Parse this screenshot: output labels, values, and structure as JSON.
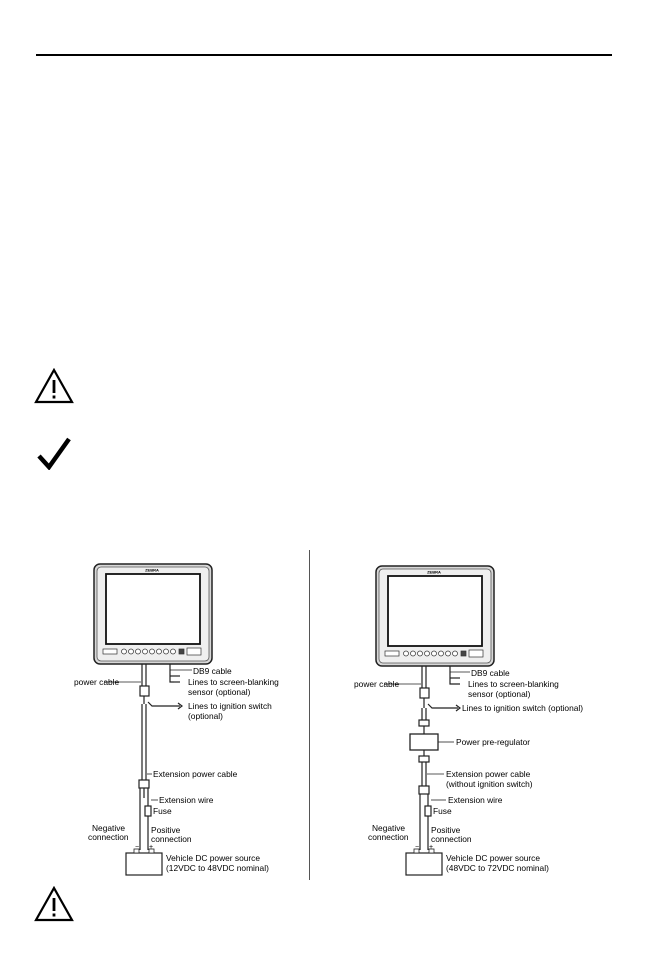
{
  "page": {
    "icons": [
      "caution-icon",
      "note-check-icon",
      "caution-icon"
    ]
  },
  "diagram_left": {
    "brand": "ZEBRA",
    "labels": {
      "power_cable": "power cable",
      "db9": "DB9 cable",
      "screen_blank_1": "Lines to screen-blanking",
      "screen_blank_2": "sensor (optional)",
      "ignition_1": "Lines to ignition switch",
      "ignition_2": "(optional)",
      "extension_cable": "Extension power cable",
      "extension_wire": "Extension wire",
      "fuse": "Fuse",
      "negative_1": "Negative",
      "negative_2": "connection",
      "positive_1": "Positive",
      "positive_2": "connection",
      "source_1": "Vehicle DC power source",
      "source_2": "(12VDC to 48VDC nominal)",
      "minus": "−",
      "plus": "+"
    }
  },
  "diagram_right": {
    "brand": "ZEBRA",
    "labels": {
      "power_cable": "power cable",
      "db9": "DB9 cable",
      "screen_blank_1": "Lines to screen-blanking",
      "screen_blank_2": "sensor (optional)",
      "ignition": "Lines to ignition switch (optional)",
      "pre_regulator": "Power pre-regulator",
      "extension_cable_1": "Extension power cable",
      "extension_cable_2": "(without ignition switch)",
      "extension_wire": "Extension wire",
      "fuse": "Fuse",
      "negative_1": "Negative",
      "negative_2": "connection",
      "positive_1": "Positive",
      "positive_2": "connection",
      "source_1": "Vehicle DC power source",
      "source_2": "(48VDC to 72VDC nominal)",
      "minus": "−",
      "plus": "+"
    }
  }
}
